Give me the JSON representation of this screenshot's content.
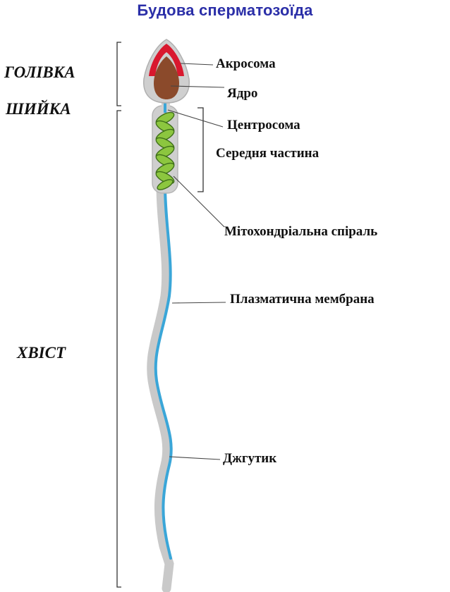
{
  "title": "Будова сперматозоїда",
  "regions": {
    "head": "ГОЛІВКА",
    "neck": "ШИЙКА",
    "tail": "ХВІСТ"
  },
  "labels": {
    "acrosome": "Акросома",
    "nucleus": "Ядро",
    "centrosome": "Центросома",
    "midpiece": "Середня частина",
    "mito_spiral": "Мітохондріальна спіраль",
    "membrane": "Плазматична мембрана",
    "flagellum": "Джгутик"
  },
  "colors": {
    "title": "#2b2fa8",
    "acrosome": "#d9182e",
    "nucleus": "#8b4a2b",
    "membrane_fill": "#cfcfcf",
    "flagellum": "#3aa6d8",
    "mitochondria": "#8cc63f"
  }
}
